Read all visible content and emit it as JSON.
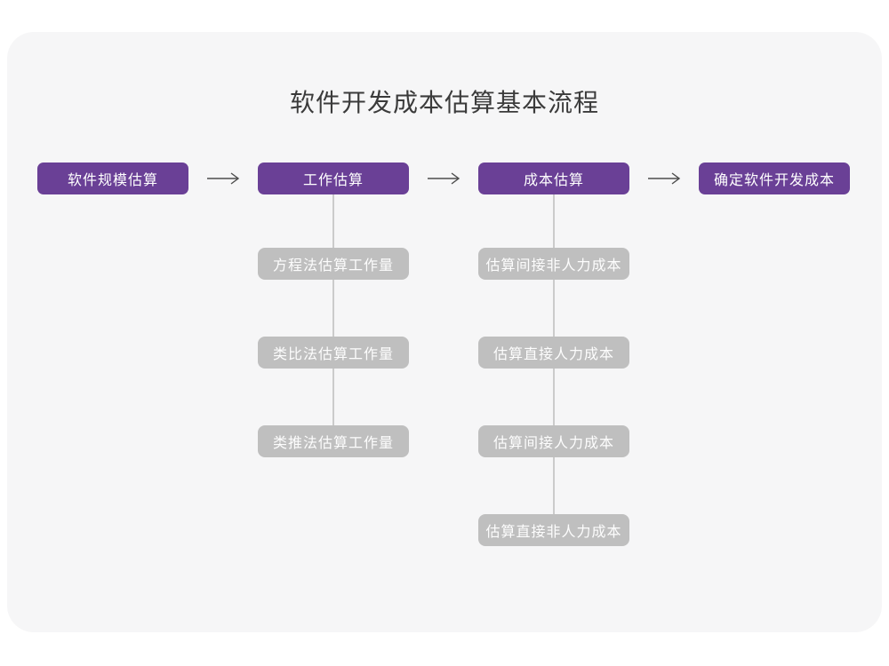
{
  "title": "软件开发成本估算基本流程",
  "colors": {
    "page_background": "#ffffff",
    "card_background": "#f6f6f7",
    "main_node": "#6a4096",
    "sub_node": "#bfbfbf",
    "node_text": "#ffffff",
    "title_text": "#3b3b3b",
    "arrow": "#4d4d4d",
    "connector": "#cbcbcb"
  },
  "flow": {
    "main_nodes": [
      {
        "label": "软件规模估算"
      },
      {
        "label": "工作估算"
      },
      {
        "label": "成本估算"
      },
      {
        "label": "确定软件开发成本"
      }
    ],
    "work_children": [
      {
        "label": "方程法估算工作量"
      },
      {
        "label": "类比法估算工作量"
      },
      {
        "label": "类推法估算工作量"
      }
    ],
    "cost_children": [
      {
        "label": "估算间接非人力成本"
      },
      {
        "label": "估算直接人力成本"
      },
      {
        "label": "估算间接人力成本"
      },
      {
        "label": "估算直接非人力成本"
      }
    ]
  }
}
